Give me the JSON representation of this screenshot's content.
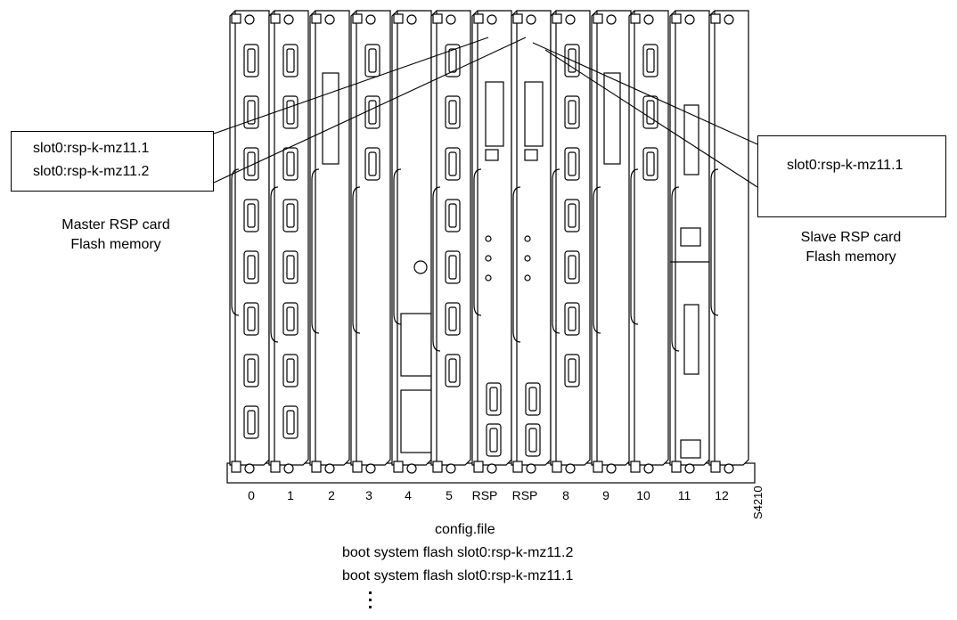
{
  "master_box": {
    "lines": [
      "slot0:rsp-k-mz11.1",
      "slot0:rsp-k-mz11.2"
    ]
  },
  "master_caption": {
    "line1": "Master RSP card",
    "line2": "Flash memory"
  },
  "slave_box": {
    "lines": [
      "slot0:rsp-k-mz11.1"
    ]
  },
  "slave_caption": {
    "line1": "Slave RSP card",
    "line2": "Flash memory"
  },
  "slots": [
    "0",
    "1",
    "2",
    "3",
    "4",
    "5",
    "RSP",
    "RSP",
    "8",
    "9",
    "10",
    "11",
    "12"
  ],
  "config": {
    "title": "config.file",
    "lines": [
      "boot system flash slot0:rsp-k-mz11.2",
      "boot system flash slot0:rsp-k-mz11.1"
    ]
  },
  "figure_id": "S4210"
}
